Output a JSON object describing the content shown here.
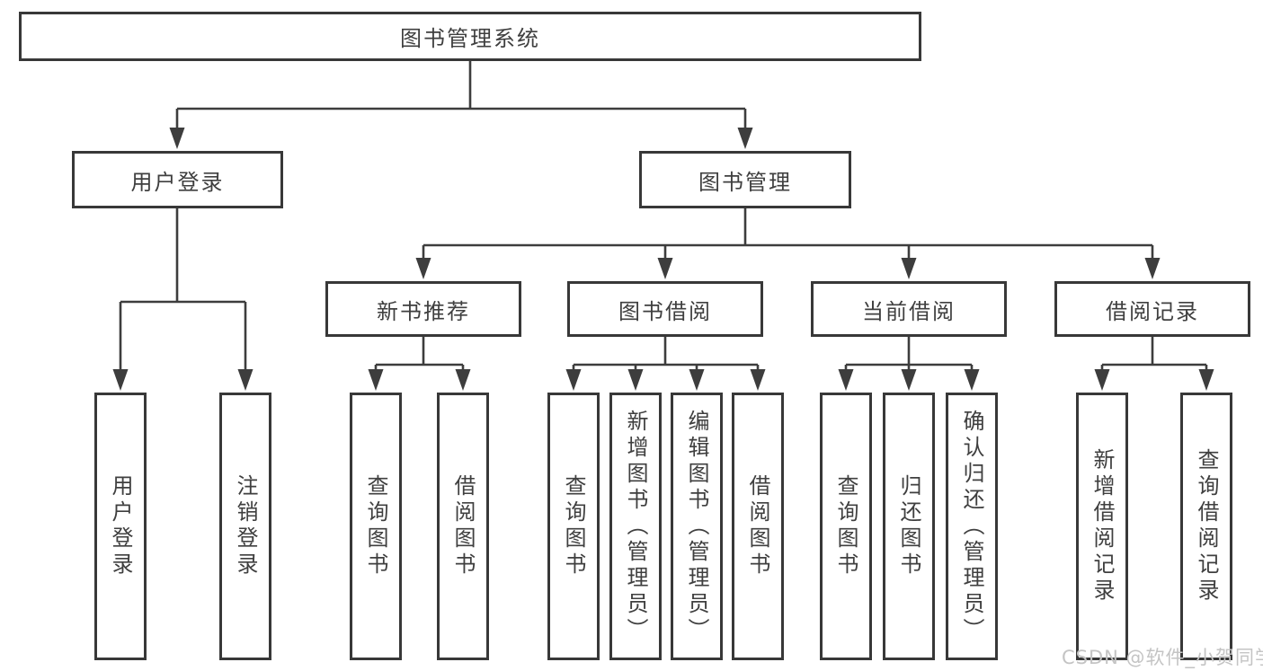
{
  "diagram_title": "图书管理系统",
  "tree": {
    "root": {
      "label": "图书管理系统"
    },
    "level2": [
      {
        "label": "用户登录"
      },
      {
        "label": "图书管理"
      }
    ],
    "level3": [
      {
        "label": "新书推荐",
        "parent": "图书管理"
      },
      {
        "label": "图书借阅",
        "parent": "图书管理"
      },
      {
        "label": "当前借阅",
        "parent": "图书管理"
      },
      {
        "label": "借阅记录",
        "parent": "图书管理"
      }
    ],
    "leaves": [
      {
        "label": "用户登录",
        "parent": "用户登录"
      },
      {
        "label": "注销登录",
        "parent": "用户登录"
      },
      {
        "label": "查询图书",
        "parent": "新书推荐"
      },
      {
        "label": "借阅图书",
        "parent": "新书推荐"
      },
      {
        "label": "查询图书",
        "parent": "图书借阅"
      },
      {
        "label": "新增图书（管理员）",
        "parent": "图书借阅"
      },
      {
        "label": "编辑图书（管理员）",
        "parent": "图书借阅"
      },
      {
        "label": "借阅图书",
        "parent": "图书借阅"
      },
      {
        "label": "查询图书",
        "parent": "当前借阅"
      },
      {
        "label": "归还图书",
        "parent": "当前借阅"
      },
      {
        "label": "确认归还（管理员）",
        "parent": "当前借阅"
      },
      {
        "label": "新增借阅记录",
        "parent": "借阅记录"
      },
      {
        "label": "查询借阅记录",
        "parent": "借阅记录"
      }
    ]
  },
  "watermark": "CSDN @软件_小贺同学",
  "colors": {
    "line": "#3d3d3d",
    "border": "#383838",
    "text": "#3f3f3f",
    "watermark": "#c4c4c4",
    "bg": "#ffffff"
  }
}
